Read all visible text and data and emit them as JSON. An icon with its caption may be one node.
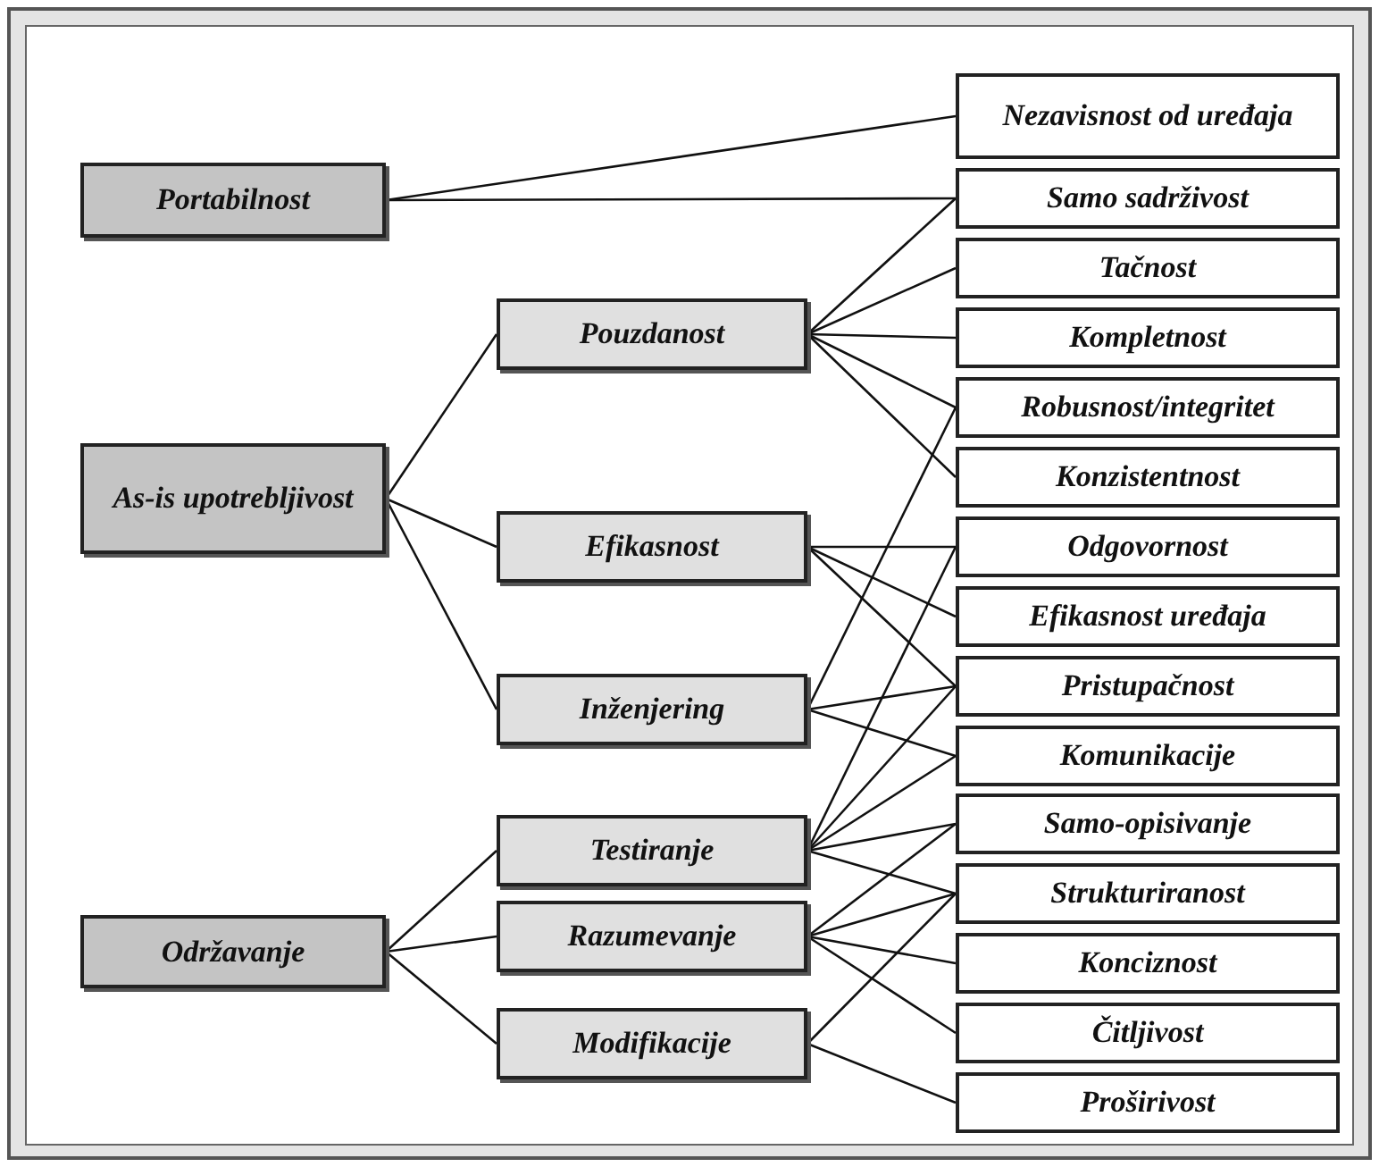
{
  "diagram": {
    "nodes": [
      {
        "text": [
          "Portabilnost"
        ]
      },
      {
        "text": [
          "As-is upotrebljivost"
        ]
      },
      {
        "text": [
          "Održavanje"
        ]
      },
      {
        "text": [
          "Pouzdanost"
        ]
      },
      {
        "text": [
          "Efikasnost"
        ]
      },
      {
        "text": [
          "Inženjering"
        ]
      },
      {
        "text": [
          "Testiranje"
        ]
      },
      {
        "text": [
          "Razumevanje"
        ]
      },
      {
        "text": [
          "Modifikacije"
        ]
      },
      {
        "text": [
          "Nezavisnost od uređaja"
        ]
      },
      {
        "text": [
          "Samo sadrživost"
        ]
      },
      {
        "text": [
          "Tačnost"
        ]
      },
      {
        "text": [
          "Kompletnost"
        ]
      },
      {
        "text": [
          "Robusnost/integritet"
        ]
      },
      {
        "text": [
          "Konzistentnost"
        ]
      },
      {
        "text": [
          "Odgovornost"
        ]
      },
      {
        "text": [
          "Efikasnost uređaja"
        ]
      },
      {
        "text": [
          "Pristupačnost"
        ]
      },
      {
        "text": [
          "Komunikacije"
        ]
      },
      {
        "text": [
          "Samo-opisivanje"
        ]
      },
      {
        "text": [
          "Strukturiranost"
        ]
      },
      {
        "text": [
          "Konciznost"
        ]
      },
      {
        "text": [
          "Čitljivost"
        ]
      },
      {
        "text": [
          "Proširivost"
        ]
      }
    ],
    "edges": [
      {
        "from": 0,
        "to": 9,
        "arrow": "none"
      },
      {
        "from": 0,
        "to": 10,
        "arrow": "none"
      },
      {
        "from": 1,
        "to": 3,
        "arrow": "none"
      },
      {
        "from": 1,
        "to": 4,
        "arrow": "none"
      },
      {
        "from": 1,
        "to": 5,
        "arrow": "none"
      },
      {
        "from": 2,
        "to": 6,
        "arrow": "none"
      },
      {
        "from": 2,
        "to": 7,
        "arrow": "none"
      },
      {
        "from": 2,
        "to": 8,
        "arrow": "none"
      },
      {
        "from": 3,
        "to": 10,
        "arrow": "none"
      },
      {
        "from": 3,
        "to": 11,
        "arrow": "none"
      },
      {
        "from": 3,
        "to": 12,
        "arrow": "none"
      },
      {
        "from": 3,
        "to": 13,
        "arrow": "none"
      },
      {
        "from": 3,
        "to": 14,
        "arrow": "none"
      },
      {
        "from": 4,
        "to": 15,
        "arrow": "none"
      },
      {
        "from": 4,
        "to": 16,
        "arrow": "none"
      },
      {
        "from": 4,
        "to": 17,
        "arrow": "none"
      },
      {
        "from": 5,
        "to": 13,
        "arrow": "none"
      },
      {
        "from": 5,
        "to": 17,
        "arrow": "none"
      },
      {
        "from": 5,
        "to": 18,
        "arrow": "none"
      },
      {
        "from": 6,
        "to": 15,
        "arrow": "none"
      },
      {
        "from": 6,
        "to": 17,
        "arrow": "none"
      },
      {
        "from": 6,
        "to": 18,
        "arrow": "none"
      },
      {
        "from": 6,
        "to": 19,
        "arrow": "none"
      },
      {
        "from": 6,
        "to": 20,
        "arrow": "none"
      },
      {
        "from": 7,
        "to": 19,
        "arrow": "none"
      },
      {
        "from": 7,
        "to": 20,
        "arrow": "none"
      },
      {
        "from": 7,
        "to": 21,
        "arrow": "none"
      },
      {
        "from": 7,
        "to": 22,
        "arrow": "none"
      },
      {
        "from": 8,
        "to": 20,
        "arrow": "none"
      },
      {
        "from": 8,
        "to": 23,
        "arrow": "none"
      }
    ]
  }
}
